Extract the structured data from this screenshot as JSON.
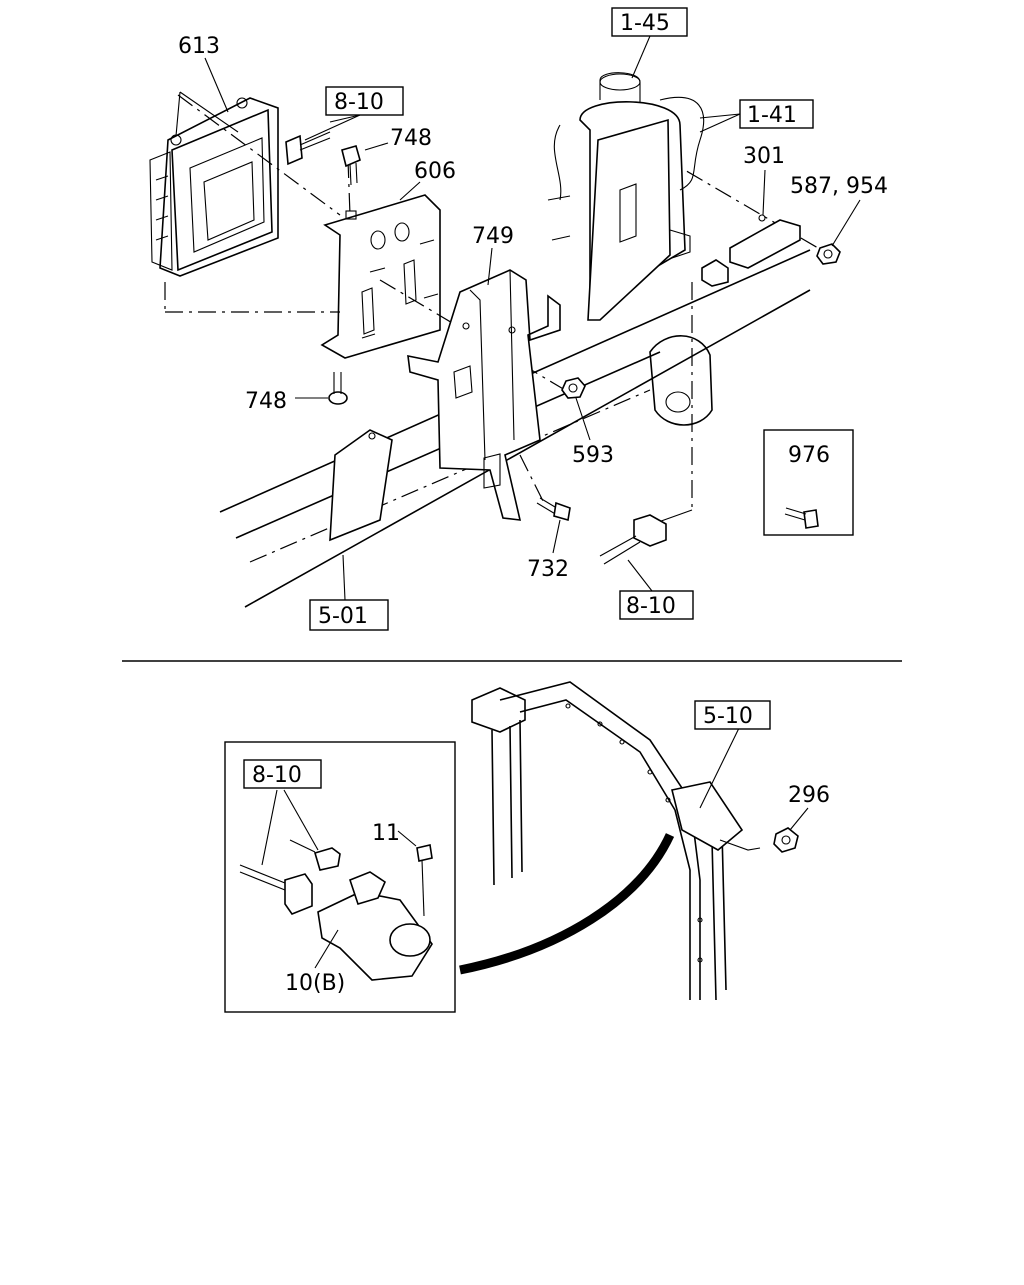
{
  "upper_view": {
    "part_labels": {
      "p613": "613",
      "p748_top": "748",
      "p606": "606",
      "p749": "749",
      "p748_bottom": "748",
      "p593": "593",
      "p732": "732",
      "p301": "301",
      "p587_954": "587, 954",
      "p976": "976"
    },
    "reference_boxes": {
      "r1_45": "1-45",
      "r1_41": "1-41",
      "r8_10_top": "8-10",
      "r8_10_bottom": "8-10",
      "r5_01": "5-01"
    }
  },
  "lower_view": {
    "part_labels": {
      "p11": "11",
      "p10b": "10(B)",
      "p296": "296"
    },
    "reference_boxes": {
      "r8_10_inset": "8-10",
      "r5_10": "5-10"
    }
  }
}
